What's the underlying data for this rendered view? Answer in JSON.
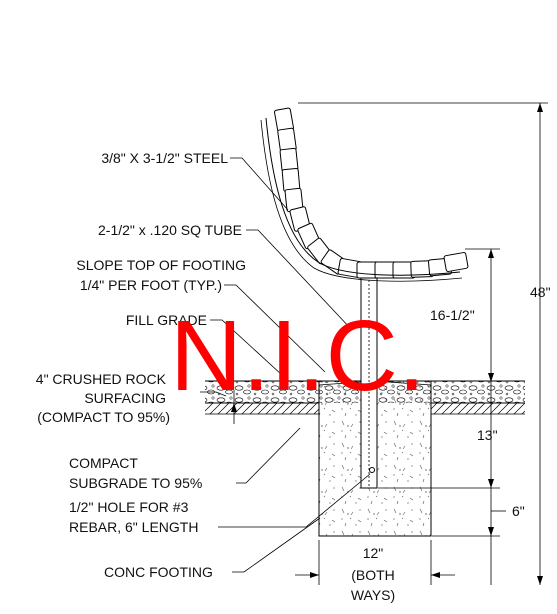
{
  "labels": {
    "steel": "3/8\" X 3-1/2\" STEEL",
    "tube": "2-1/2\" x .120 SQ TUBE",
    "slope_1": "SLOPE TOP OF FOOTING",
    "slope_2": "1/4\" PER FOOT (TYP.)",
    "fill_grade": "FILL GRADE",
    "rock_1": "4\" CRUSHED ROCK",
    "rock_2": "SURFACING",
    "rock_3": "(COMPACT TO 95%)",
    "compact_1": "COMPACT",
    "compact_2": "SUBGRADE TO 95%",
    "hole_1": "1/2\" HOLE FOR #3",
    "hole_2": "REBAR, 6\" LENGTH",
    "footing": "CONC FOOTING"
  },
  "dimensions": {
    "overall": "48\"",
    "seat": "16-1/2\"",
    "embed": "13\"",
    "below": "6\"",
    "width_1": "12\"",
    "width_2": "(BOTH",
    "width_3": "WAYS)"
  },
  "watermark": "N.I.C.",
  "colors": {
    "line": "#000000",
    "watermark": "#ff0000"
  }
}
